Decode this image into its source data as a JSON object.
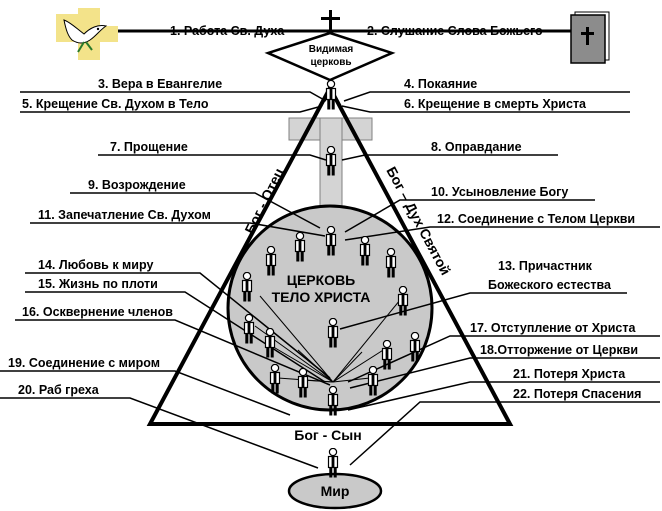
{
  "visible_church": [
    "Видимая",
    "церковь"
  ],
  "church_title": [
    "ЦЕРКОВЬ",
    "ТЕЛО ХРИСТА"
  ],
  "world": "Мир",
  "god_father": "Бог - Отец",
  "god_son": "Бог - Сын",
  "god_spirit": "Бог – Дух Святой",
  "labels": {
    "l1": "1. Работа Св. Духа",
    "l2": "2. Слушание Слова Божьего",
    "l3": "3. Вера в Евангелие",
    "l4": "4. Покаяние",
    "l5": "5. Крещение Св. Духом в Тело",
    "l6": "6. Крещение в смерть Христа",
    "l7": "7. Прощение",
    "l8": "8. Оправдание",
    "l9": "9. Возрождение",
    "l10": "10. Усыновление Богу",
    "l11": "11. Запечатление Св. Духом",
    "l12": "12. Соединение с Телом Церкви",
    "l13a": "13. Причастник",
    "l13b": "Божеского естества",
    "l14": "14. Любовь к миру",
    "l15": "15. Жизнь по плоти",
    "l16": "16. Осквернение членов",
    "l17": "17. Отступление от Христа",
    "l18": "18.Отторжение от Церкви",
    "l19": "19. Соединение с миром",
    "l20": "20. Раб греха",
    "l21": "21. Потеря Христа",
    "l22": "22. Потеря Спасения"
  },
  "icons": {
    "dove": "dove-icon",
    "bible": "bible-icon",
    "cross": "cross-icon"
  },
  "colors": {
    "circle_fill": "#c9c9c9",
    "cross_fill": "#d4d4d4",
    "dove_bg": "#f3e38a",
    "bible_fill": "#8c8c8c",
    "stroke": "#000000"
  }
}
